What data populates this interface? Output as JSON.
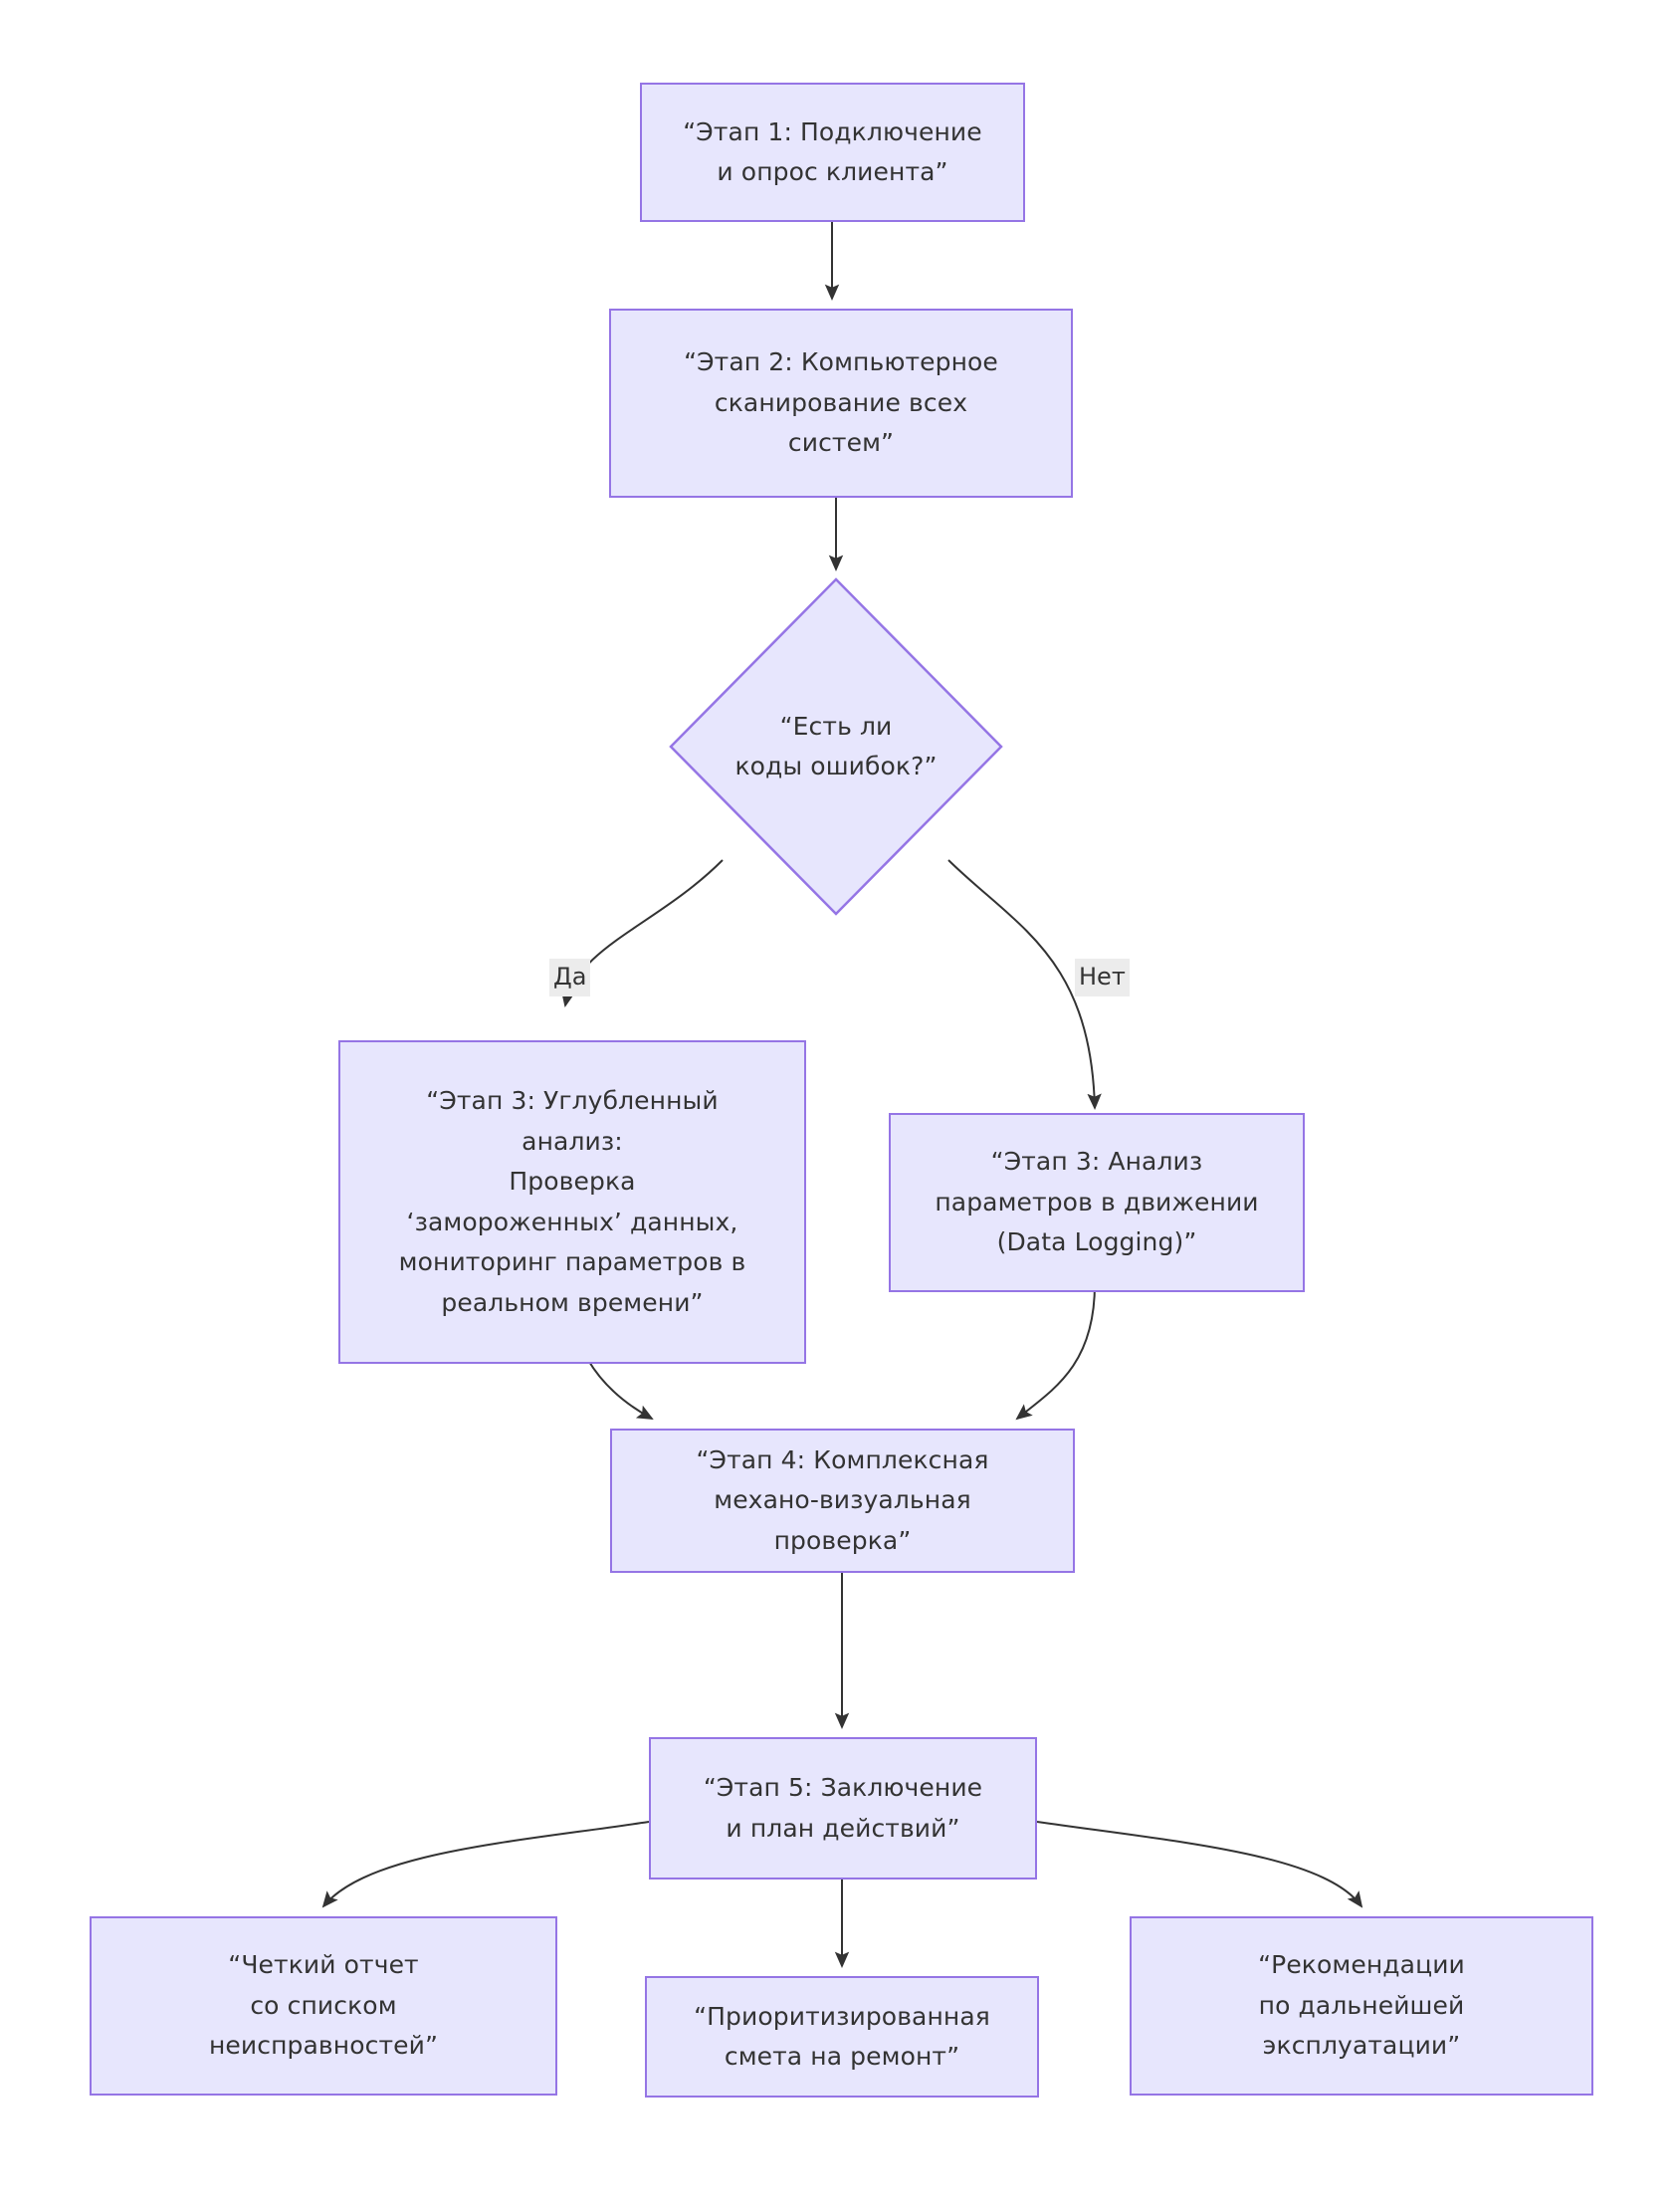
{
  "diagram": {
    "type": "flowchart",
    "orientation": "top-to-bottom",
    "theme": {
      "node_fill": "#e7e6fd",
      "node_border": "#9575e5",
      "text_color": "#333333",
      "edge_color": "#333333",
      "edge_label_background": "#ececec",
      "canvas_background": "#ffffff"
    },
    "nodes": [
      {
        "id": "stage1",
        "shape": "rectangle",
        "label": "“Этап 1: Подключение\nи опрос клиента”"
      },
      {
        "id": "stage2",
        "shape": "rectangle",
        "label": "“Этап 2: Компьютерное\nсканирование всех\nсистем”"
      },
      {
        "id": "decision",
        "shape": "diamond",
        "label": "“Есть ли\nкоды ошибок?”"
      },
      {
        "id": "stage3_deep",
        "shape": "rectangle",
        "label": "“Этап 3: Углубленный\nанализ:\nПроверка\n‘замороженных’ данных,\nмониторинг параметров в\nреальном времени”"
      },
      {
        "id": "stage3_logging",
        "shape": "rectangle",
        "label": "“Этап 3: Анализ\nпараметров в движении\n(Data Logging)”"
      },
      {
        "id": "stage4",
        "shape": "rectangle",
        "label": "“Этап 4: Комплексная\nмехано-визуальная\nпроверка”"
      },
      {
        "id": "stage5",
        "shape": "rectangle",
        "label": "“Этап 5: Заключение\nи план действий”"
      },
      {
        "id": "out_report",
        "shape": "rectangle",
        "label": "“Четкий отчет\nсо списком\nнеисправностей”"
      },
      {
        "id": "out_estimate",
        "shape": "rectangle",
        "label": "“Приоритизированная\nсмета на ремонт”"
      },
      {
        "id": "out_recommendations",
        "shape": "rectangle",
        "label": "“Рекомендации\nпо дальнейшей\nэксплуатации”"
      }
    ],
    "edges": [
      {
        "id": "e1",
        "from": "stage1",
        "to": "stage2",
        "label": ""
      },
      {
        "id": "e2",
        "from": "stage2",
        "to": "decision",
        "label": ""
      },
      {
        "id": "e3",
        "from": "decision",
        "to": "stage3_deep",
        "label": "Да"
      },
      {
        "id": "e4",
        "from": "decision",
        "to": "stage3_logging",
        "label": "Нет"
      },
      {
        "id": "e5",
        "from": "stage3_deep",
        "to": "stage4",
        "label": ""
      },
      {
        "id": "e6",
        "from": "stage3_logging",
        "to": "stage4",
        "label": ""
      },
      {
        "id": "e7",
        "from": "stage4",
        "to": "stage5",
        "label": ""
      },
      {
        "id": "e8",
        "from": "stage5",
        "to": "out_report",
        "label": ""
      },
      {
        "id": "e9",
        "from": "stage5",
        "to": "out_estimate",
        "label": ""
      },
      {
        "id": "e10",
        "from": "stage5",
        "to": "out_recommendations",
        "label": ""
      }
    ]
  }
}
